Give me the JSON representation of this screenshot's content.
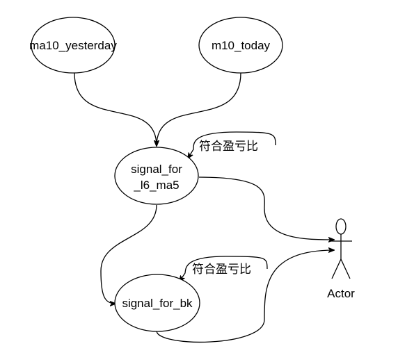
{
  "nodes": {
    "ma10_yesterday": {
      "label": "ma10_yesterday"
    },
    "m10_today": {
      "label": "m10_today"
    },
    "signal_for_l6_ma5": {
      "line1": "signal_for",
      "line2": "_l6_ma5"
    },
    "signal_for_bk": {
      "label": "signal_for_bk"
    }
  },
  "annotations": {
    "upper": "符合盈亏比",
    "lower": "符合盈亏比"
  },
  "actor": {
    "label": "Actor"
  }
}
